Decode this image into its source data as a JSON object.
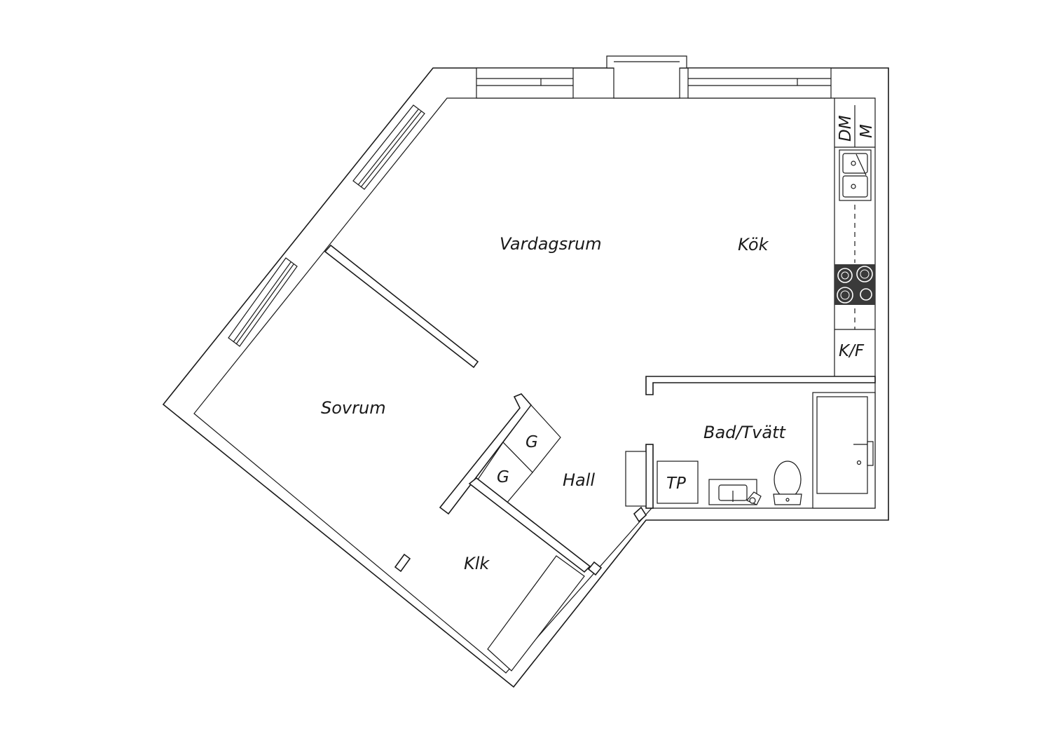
{
  "rooms": {
    "vardagsrum": "Vardagsrum",
    "kok": "Kök",
    "sovrum": "Sovrum",
    "hall": "Hall",
    "klk": "Klk",
    "bad": "Bad/Tvätt"
  },
  "fixtures": {
    "dm": "DM",
    "m": "M",
    "kf": "K/F",
    "g1": "G",
    "g2": "G",
    "tp": "TP"
  },
  "colors": {
    "line": "#1a1a1a",
    "background": "#ffffff",
    "stove": "#3a3a3a"
  }
}
